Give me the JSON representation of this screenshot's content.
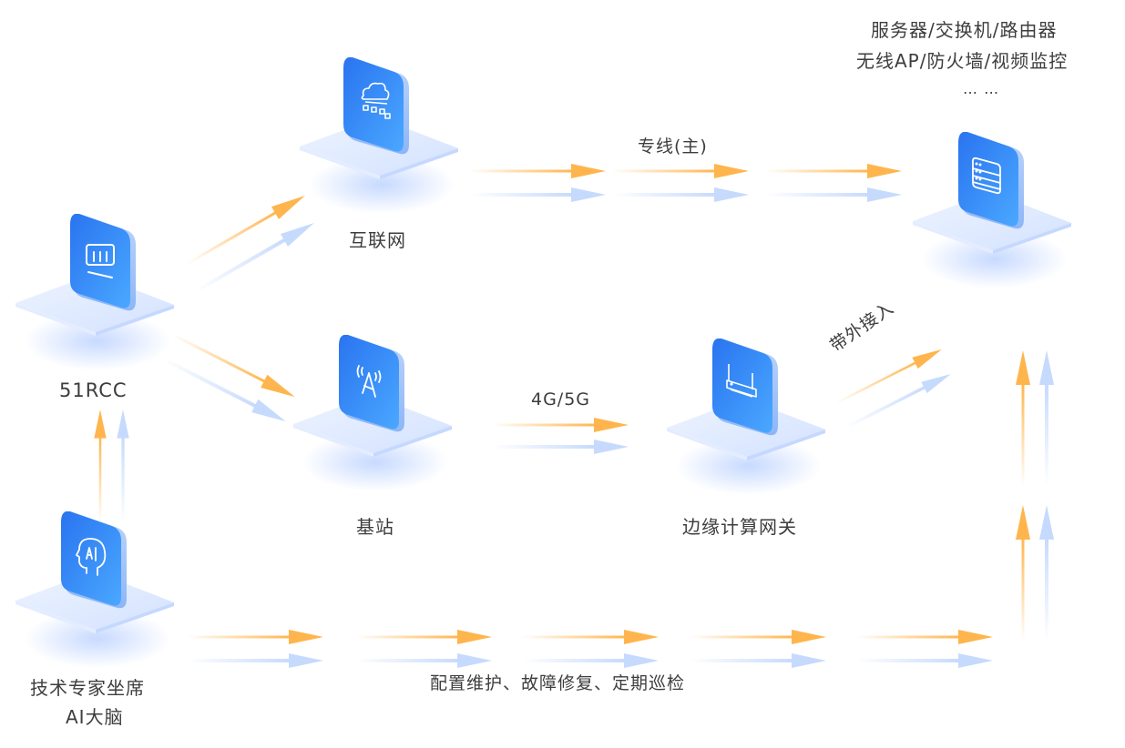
{
  "nodes": {
    "rcc": {
      "label": "51RCC",
      "icon": "monitor-chart-icon"
    },
    "internet": {
      "label": "互联网",
      "icon": "cloud-network-icon"
    },
    "base_station": {
      "label": "基站",
      "icon": "antenna-tower-icon"
    },
    "edge_gateway": {
      "label": "边缘计算网关",
      "icon": "router-icon"
    },
    "devices": {
      "label_lines": [
        "服务器/交换机/路由器",
        "无线AP/防火墙/视频监控",
        "… …"
      ],
      "icon": "server-rack-icon"
    },
    "expert": {
      "label_lines": [
        "技术专家坐席",
        "AI大脑"
      ],
      "icon": "ai-head-icon"
    }
  },
  "edges": {
    "dedicated_line": "专线(主)",
    "cellular": "4G/5G",
    "out_of_band": "带外接入",
    "maintenance": "配置维护、故障修复、定期巡检"
  },
  "colors": {
    "tile_top": "#2f7cf3",
    "tile_bottom": "#4aa3ff",
    "plate": "#dce8ff",
    "arrow_orange": "#ffb54d",
    "arrow_blue": "#c6dafd",
    "text": "#3d3d3d"
  }
}
